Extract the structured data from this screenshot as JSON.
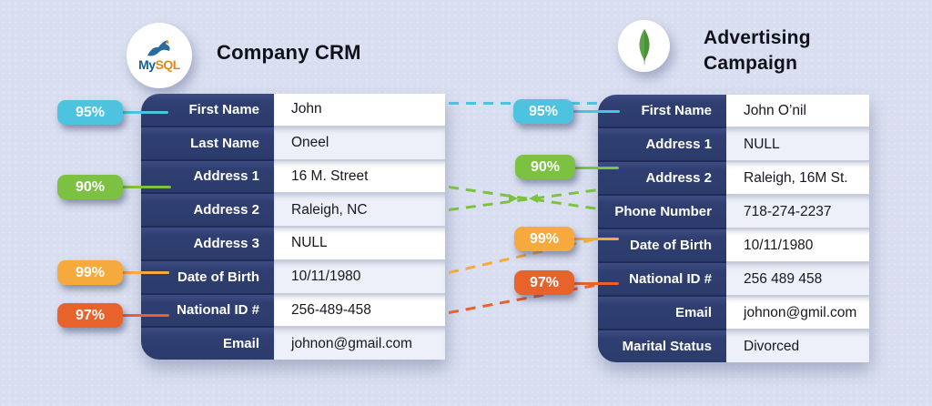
{
  "left_panel": {
    "logo": {
      "my": "My",
      "sql": "SQL"
    },
    "title": "Company CRM",
    "rows": [
      {
        "label": "First Name",
        "value": "John"
      },
      {
        "label": "Last Name",
        "value": "Oneel"
      },
      {
        "label": "Address 1",
        "value": "16 M. Street"
      },
      {
        "label": "Address 2",
        "value": "Raleigh, NC"
      },
      {
        "label": "Address 3",
        "value": "NULL"
      },
      {
        "label": "Date of Birth",
        "value": "10/11/1980"
      },
      {
        "label": "National ID #",
        "value": "256-489-458"
      },
      {
        "label": "Email",
        "value": "johnon@gmail.com"
      }
    ],
    "badges": [
      {
        "text": "95%",
        "color": "#4ec3e0"
      },
      {
        "text": "90%",
        "color": "#7cc142"
      },
      {
        "text": "99%",
        "color": "#f6a93c"
      },
      {
        "text": "97%",
        "color": "#e8622b"
      }
    ]
  },
  "right_panel": {
    "title": "Advertising Campaign",
    "rows": [
      {
        "label": "First Name",
        "value": "John O’nil"
      },
      {
        "label": "Address 1",
        "value": "NULL"
      },
      {
        "label": "Address 2",
        "value": "Raleigh, 16M St."
      },
      {
        "label": "Phone Number",
        "value": "718-274-2237"
      },
      {
        "label": "Date of Birth",
        "value": "10/11/1980"
      },
      {
        "label": "National ID #",
        "value": "256 489 458"
      },
      {
        "label": "Email",
        "value": "johnon@gmil.com"
      },
      {
        "label": "Marital Status",
        "value": "Divorced"
      }
    ],
    "badges": [
      {
        "text": "95%",
        "color": "#4ec3e0"
      },
      {
        "text": "90%",
        "color": "#7cc142"
      },
      {
        "text": "99%",
        "color": "#f6a93c"
      },
      {
        "text": "97%",
        "color": "#e8622b"
      }
    ]
  },
  "colors": {
    "background": "#d9dff0",
    "navy": "#2e3e70",
    "cyan": "#4ec3e0",
    "green": "#7cc142",
    "amber": "#f6a93c",
    "orange": "#e8622b"
  }
}
